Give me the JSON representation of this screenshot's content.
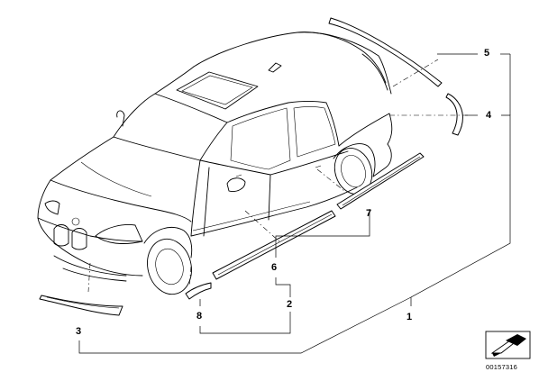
{
  "callouts": {
    "c1": "1",
    "c2": "2",
    "c3": "3",
    "c4": "4",
    "c5": "5",
    "c6": "6",
    "c7": "7",
    "c8": "8"
  },
  "document_number": "00157316",
  "icons": {
    "car": "car-outline-icon",
    "stamp": "arrow-stamp-icon"
  }
}
